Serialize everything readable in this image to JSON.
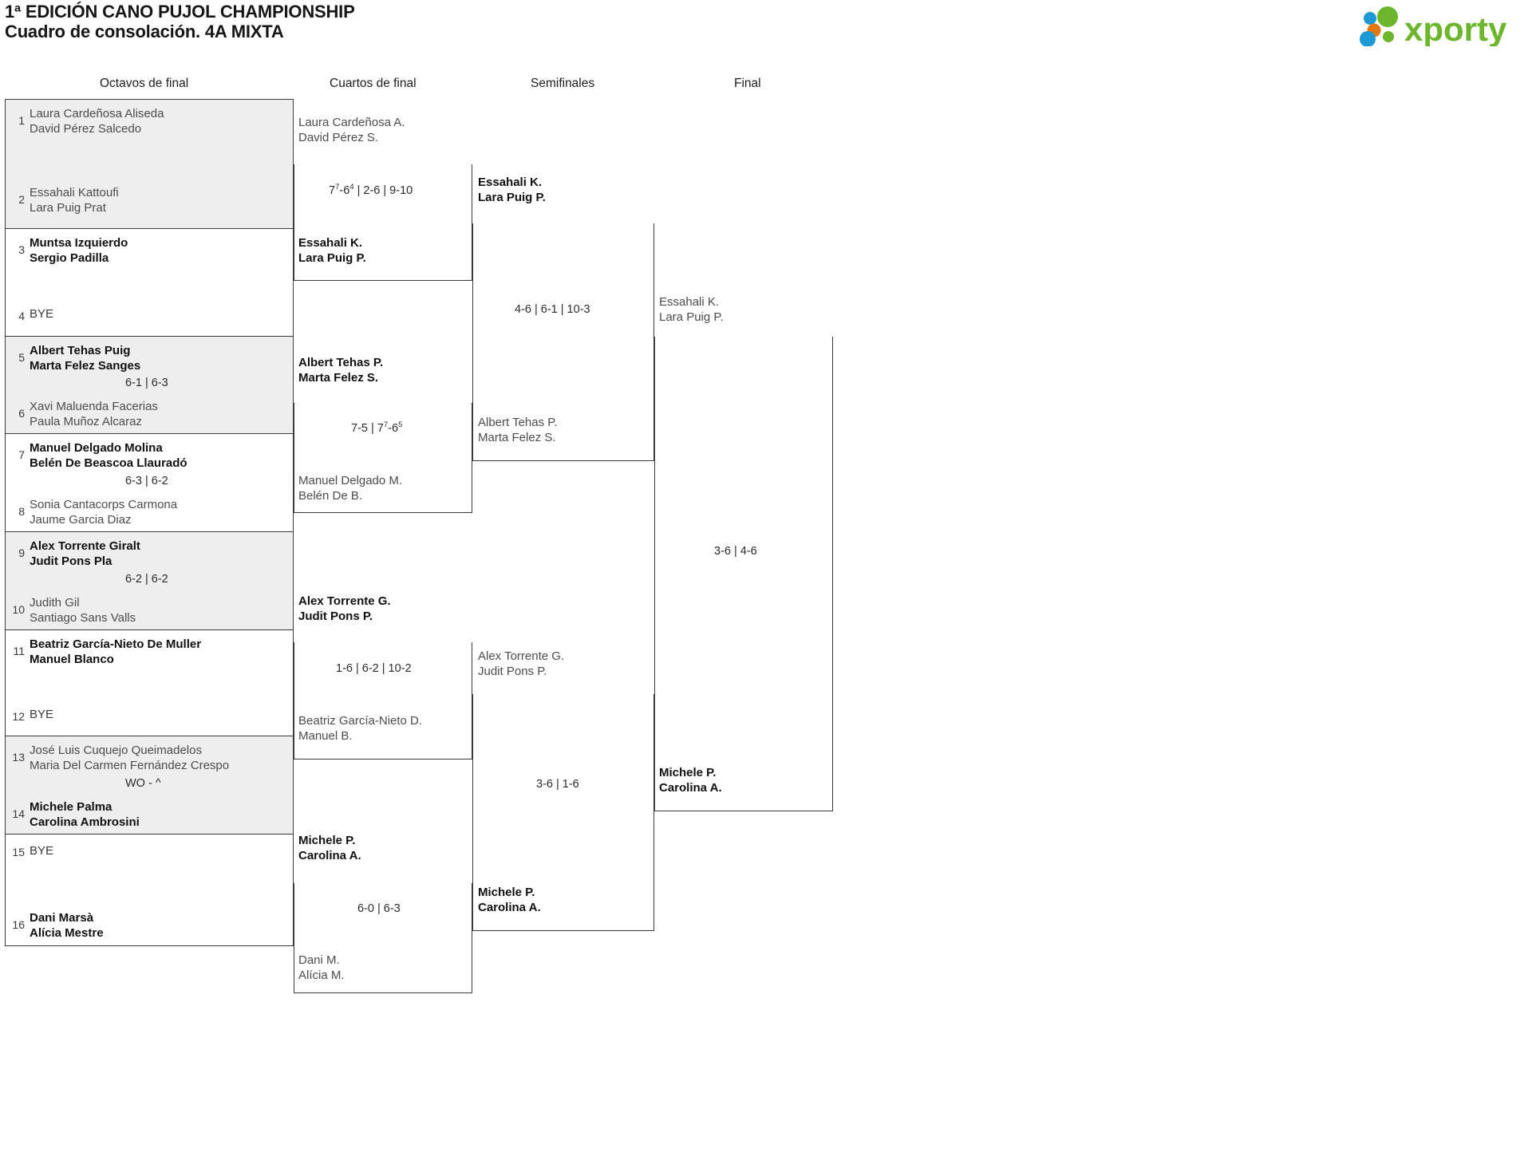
{
  "header": {
    "title_line1": "1ª EDICIÓN CANO PUJOL CHAMPIONSHIP",
    "title_line2": "Cuadro de consolación. 4A MIXTA",
    "logo_text": "xporty",
    "logo_colors": {
      "blue": "#1b9ad6",
      "orange": "#e2760f",
      "green": "#6cb52d"
    }
  },
  "rounds": [
    {
      "id": "octavos",
      "label": "Octavos de final"
    },
    {
      "id": "cuartos",
      "label": "Cuartos de final"
    },
    {
      "id": "semifinales",
      "label": "Semifinales"
    },
    {
      "id": "final",
      "label": "Final"
    }
  ],
  "round1": {
    "matches": [
      {
        "shaded": true,
        "top": {
          "seed": "1",
          "line1": "Laura Cardeñosa Aliseda",
          "line2": "David Pérez Salcedo",
          "winner": false
        },
        "bottom": {
          "seed": "2",
          "line1": "Essahali Kattoufi",
          "line2": "Lara Puig Prat",
          "winner": false
        },
        "score": ""
      },
      {
        "shaded": false,
        "top": {
          "seed": "3",
          "line1": "Muntsa Izquierdo",
          "line2": "Sergio Padilla",
          "winner": true
        },
        "bottom": {
          "seed": "4",
          "line1": "BYE",
          "line2": "",
          "winner": false,
          "bye": true
        },
        "score": ""
      },
      {
        "shaded": true,
        "top": {
          "seed": "5",
          "line1": "Albert Tehas Puig",
          "line2": "Marta Felez Sanges",
          "winner": true
        },
        "bottom": {
          "seed": "6",
          "line1": "Xavi Maluenda Facerias",
          "line2": "Paula Muñoz Alcaraz",
          "winner": false
        },
        "score": "6-1 | 6-3"
      },
      {
        "shaded": false,
        "top": {
          "seed": "7",
          "line1": "Manuel Delgado Molina",
          "line2": "Belén De Beascoa Llauradó",
          "winner": true
        },
        "bottom": {
          "seed": "8",
          "line1": "Sonia Cantacorps Carmona",
          "line2": "Jaume Garcia Diaz",
          "winner": false
        },
        "score": "6-3 | 6-2"
      },
      {
        "shaded": true,
        "top": {
          "seed": "9",
          "line1": "Alex Torrente Giralt",
          "line2": "Judit Pons Pla",
          "winner": true
        },
        "bottom": {
          "seed": "10",
          "line1": "Judith Gil",
          "line2": "Santiago Sans Valls",
          "winner": false
        },
        "score": "6-2 | 6-2"
      },
      {
        "shaded": false,
        "top": {
          "seed": "11",
          "line1": "Beatriz García-Nieto De Muller",
          "line2": "Manuel Blanco",
          "winner": true
        },
        "bottom": {
          "seed": "12",
          "line1": "BYE",
          "line2": "",
          "winner": false,
          "bye": true
        },
        "score": ""
      },
      {
        "shaded": true,
        "top": {
          "seed": "13",
          "line1": "José Luis Cuquejo Queimadelos",
          "line2": "Maria Del Carmen Fernández Crespo",
          "winner": false
        },
        "bottom": {
          "seed": "14",
          "line1": "Michele Palma",
          "line2": "Carolina Ambrosini",
          "winner": true
        },
        "score": "WO - ^"
      },
      {
        "shaded": false,
        "top": {
          "seed": "15",
          "line1": "BYE",
          "line2": "",
          "winner": false,
          "bye": true
        },
        "bottom": {
          "seed": "16",
          "line1": "Dani Marsà",
          "line2": "Alícia Mestre",
          "winner": true
        },
        "score": ""
      }
    ]
  },
  "round2": {
    "matches": [
      {
        "top": {
          "line1": "Laura Cardeñosa A.",
          "line2": "David Pérez S.",
          "winner": false
        },
        "bottom": {
          "line1": "Essahali K.",
          "line2": "Lara Puig P.",
          "winner": true
        },
        "score_plain": "-6 | 2-6 | 9-10",
        "score_parts": [
          {
            "t": "7",
            "sup": "7"
          },
          {
            "t": "-6",
            "sup": "4"
          },
          {
            "t": " | 2-6 | 9-10",
            "sup": ""
          }
        ]
      },
      {
        "top": {
          "line1": "Albert Tehas P.",
          "line2": "Marta Felez S.",
          "winner": true
        },
        "bottom": {
          "line1": "Manuel Delgado M.",
          "line2": "Belén De B.",
          "winner": false
        },
        "score_plain": "7-5 | 7-6",
        "score_parts": [
          {
            "t": "7-5 | 7",
            "sup": "7"
          },
          {
            "t": "-6",
            "sup": "5"
          }
        ]
      },
      {
        "top": {
          "line1": "Alex Torrente G.",
          "line2": "Judit Pons P.",
          "winner": true
        },
        "bottom": {
          "line1": "Beatriz García-Nieto D.",
          "line2": "Manuel B.",
          "winner": false
        },
        "score_plain": "1-6 | 6-2 | 10-2",
        "score_parts": [
          {
            "t": "1-6 | 6-2 | 10-2",
            "sup": ""
          }
        ]
      },
      {
        "top": {
          "line1": "Michele P.",
          "line2": "Carolina A.",
          "winner": true
        },
        "bottom": {
          "line1": "Dani M.",
          "line2": "Alícia M.",
          "winner": false
        },
        "score_plain": "6-0 | 6-3",
        "score_parts": [
          {
            "t": "6-0 | 6-3",
            "sup": ""
          }
        ]
      }
    ]
  },
  "round3": {
    "matches": [
      {
        "top": {
          "line1": "Essahali K.",
          "line2": "Lara Puig P.",
          "winner": true
        },
        "bottom": {
          "line1": "Albert Tehas P.",
          "line2": "Marta Felez S.",
          "winner": false
        },
        "score": "4-6 | 6-1 | 10-3"
      },
      {
        "top": {
          "line1": "Alex Torrente G.",
          "line2": "Judit Pons P.",
          "winner": false
        },
        "bottom": {
          "line1": "Michele P.",
          "line2": "Carolina A.",
          "winner": true
        },
        "score": "3-6 | 1-6"
      }
    ]
  },
  "round4": {
    "matches": [
      {
        "top": {
          "line1": "Essahali K.",
          "line2": "Lara Puig P.",
          "winner": false
        },
        "bottom": {
          "line1": "Michele P.",
          "line2": "Carolina A.",
          "winner": true
        },
        "score": "3-6 | 4-6"
      }
    ]
  }
}
